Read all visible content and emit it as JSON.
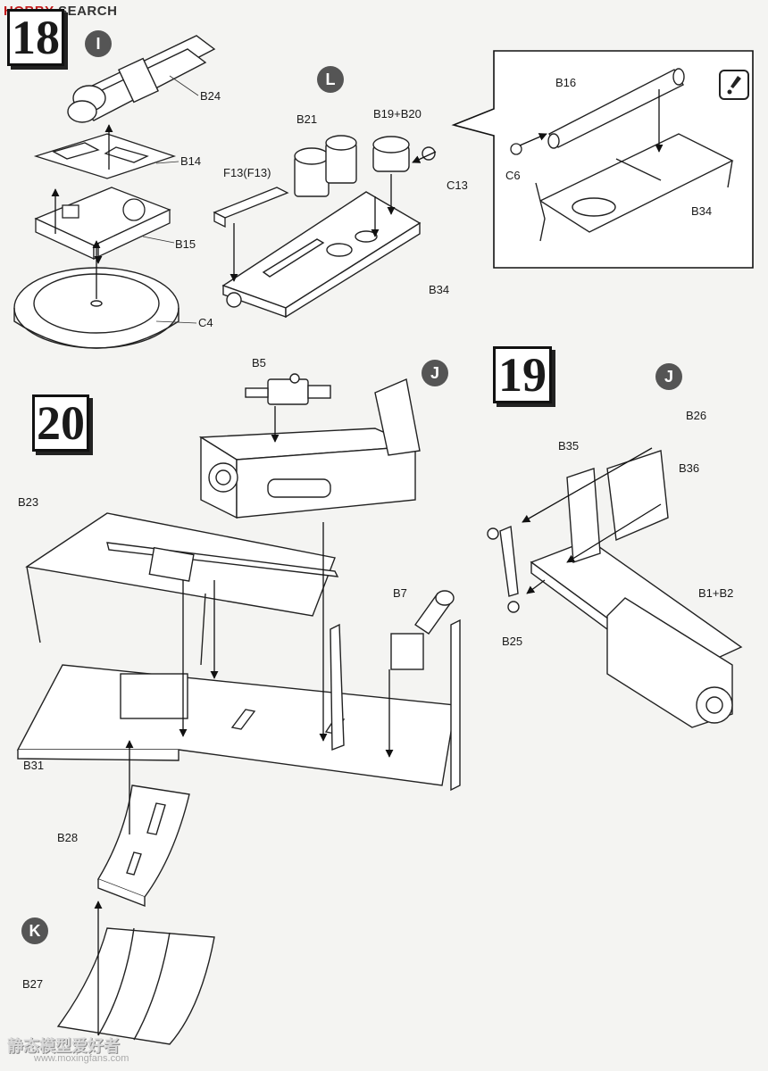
{
  "header": {
    "logo_brand": "HOBBY",
    "logo_search": "SEARCH"
  },
  "steps": {
    "step18": "18",
    "step19": "19",
    "step20": "20"
  },
  "markers": {
    "I": "I",
    "L": "L",
    "J_top": "J",
    "J_right": "J",
    "K": "K"
  },
  "parts": {
    "B24": "B24",
    "B14": "B14",
    "B15": "B15",
    "C4": "C4",
    "B21": "B21",
    "B19_B20": "B19+B20",
    "F13": "F13(F13)",
    "C13": "C13",
    "B34_main": "B34",
    "B16": "B16",
    "C6": "C6",
    "B34_detail": "B34",
    "B5": "B5",
    "B23": "B23",
    "B7": "B7",
    "B31": "B31",
    "B28": "B28",
    "B27": "B27",
    "B26": "B26",
    "B35": "B35",
    "B36": "B36",
    "B1_B2": "B1+B2",
    "B25": "B25"
  },
  "icons": {
    "attention": "attention-icon"
  },
  "watermark": {
    "cn": "静态模型爱好者",
    "url": "www.moxingfans.com"
  }
}
